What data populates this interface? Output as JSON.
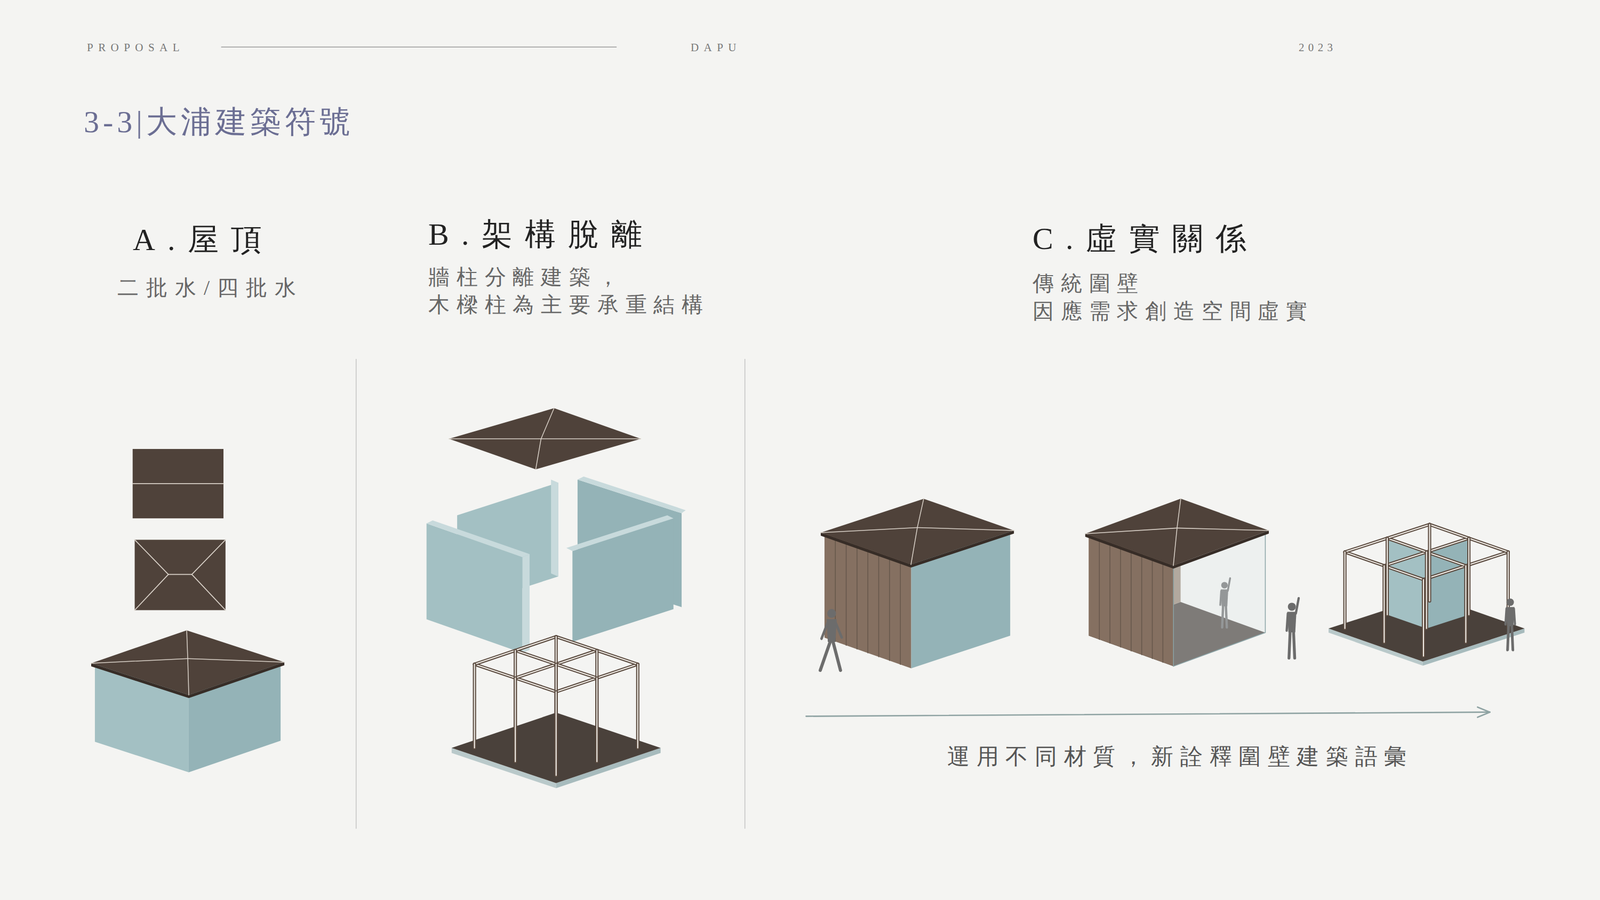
{
  "diagram": {
    "title": "3-3|大浦建築符號",
    "labels": [
      "PROPOSAL",
      "DAPU",
      "2023",
      "A.屋頂",
      "二批水/四批水",
      "B.架構脫離",
      "牆柱分離建築， 木樑柱為主要承重結構",
      "C.虛實關係",
      "傳統圍壁 因應需求創造空間虛實",
      "運用不同材質，新詮釋圍壁建築語彙"
    ]
  }
}
